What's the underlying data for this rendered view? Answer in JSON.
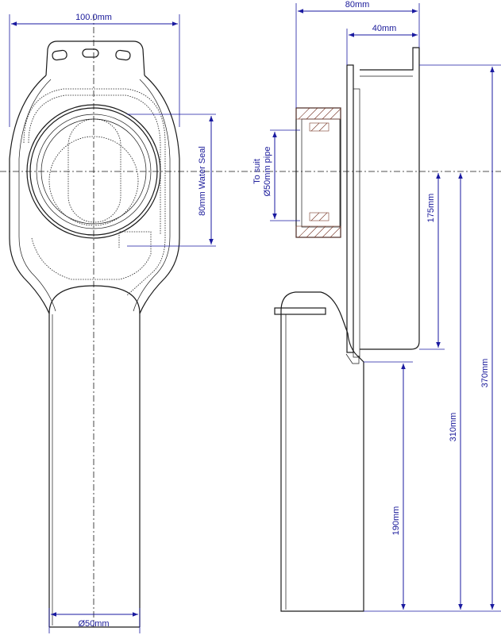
{
  "dimensions": {
    "front_width": "100.0mm",
    "water_seal": "80mm Water Seal",
    "outlet_diameter": "Ø50mm",
    "side_depth": "80mm",
    "flange_depth": "40mm",
    "inlet_note_line1": "To suit",
    "inlet_note_line2": "Ø50mm pipe",
    "h_175": "175mm",
    "h_310": "310mm",
    "h_370": "370mm",
    "h_190": "190mm"
  },
  "colors": {
    "dimension": "#1a1aa0",
    "outline": "#1a1a1a",
    "hatch": "#7a3a2a"
  }
}
